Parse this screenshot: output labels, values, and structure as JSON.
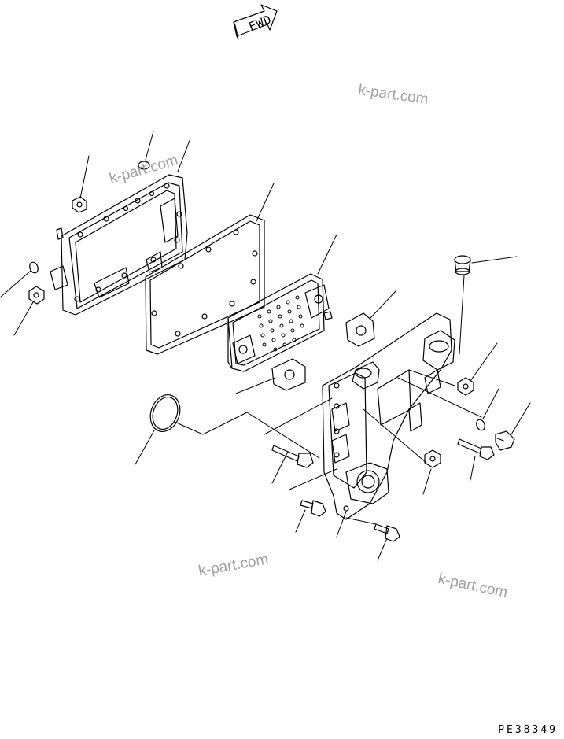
{
  "diagram": {
    "direction_marker": "FWD",
    "watermarks": [
      "k-part.com",
      "k-part.com",
      "k-part.com",
      "k-part.com"
    ],
    "drawing_code": "PE38349",
    "line_color": "#000000",
    "watermark_color": "#a0a0a0"
  }
}
